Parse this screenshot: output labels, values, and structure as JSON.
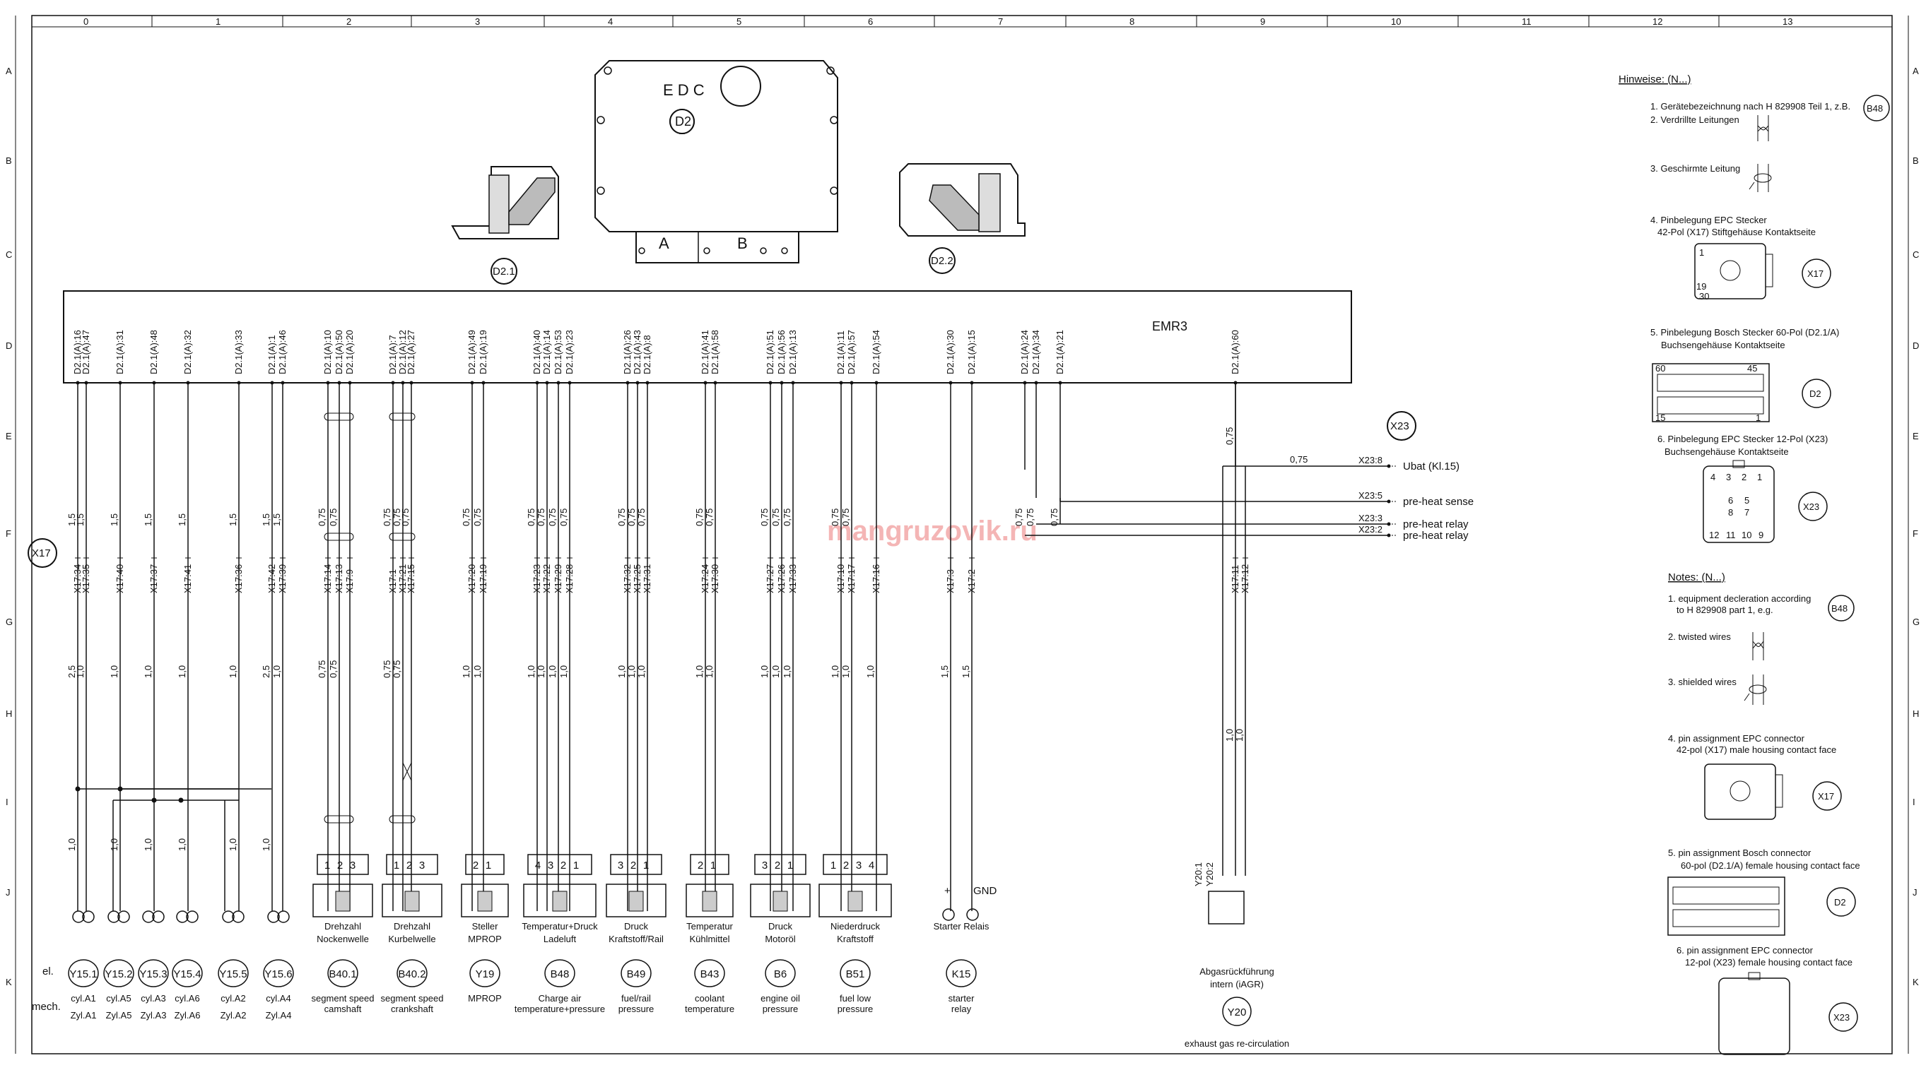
{
  "grid": {
    "columns": [
      "0",
      "1",
      "2",
      "3",
      "4",
      "5",
      "6",
      "7",
      "8",
      "9",
      "10",
      "11",
      "12",
      "13"
    ],
    "rows": [
      "A",
      "B",
      "C",
      "D",
      "E",
      "F",
      "G",
      "H",
      "I",
      "J",
      "K"
    ]
  },
  "ecu": {
    "title": "E D C",
    "id": "D2",
    "plug_a": "A",
    "plug_b": "B",
    "left_conn": "D2.1",
    "right_conn": "D2.2"
  },
  "bus_label": "EMR3",
  "connector_x17": "X17",
  "connector_x23": "X23",
  "watermark": "mangruzovik.ru",
  "row_labels": {
    "el": "el.",
    "mech": "mech."
  },
  "wires": [
    {
      "pin": "D2.1(A):16",
      "gauge_top": "1,5",
      "x17": "X17:34",
      "gauge_mid": "2,5",
      "gauge_low": "1,0"
    },
    {
      "pin": "D2.1(A):47",
      "gauge_top": "1,5",
      "x17": "X17:35",
      "gauge_mid": "1,0",
      "gauge_low": ""
    },
    {
      "pin": "D2.1(A):31",
      "gauge_top": "1,5",
      "x17": "X17:40",
      "gauge_mid": "1,0",
      "gauge_low": "1,0"
    },
    {
      "pin": "D2.1(A):48",
      "gauge_top": "1,5",
      "x17": "X17:37",
      "gauge_mid": "1,0",
      "gauge_low": "1,0"
    },
    {
      "pin": "D2.1(A):32",
      "gauge_top": "1,5",
      "x17": "X17:41",
      "gauge_mid": "1,0",
      "gauge_low": "1,0"
    },
    {
      "pin": "D2.1(A):33",
      "gauge_top": "1,5",
      "x17": "X17:36",
      "gauge_mid": "1,0",
      "gauge_low": "1,0"
    },
    {
      "pin": "D2.1(A):1",
      "gauge_top": "1,5",
      "x17": "X17:42",
      "gauge_mid": "2,5",
      "gauge_low": "1,0"
    },
    {
      "pin": "D2.1(A):46",
      "gauge_top": "1,5",
      "x17": "X17:39",
      "gauge_mid": "1,0",
      "gauge_low": ""
    },
    {
      "pin": "D2.1(A):10",
      "gauge_top": "0,75",
      "x17": "X17:14",
      "gauge_mid": "0,75",
      "gauge_low": ""
    },
    {
      "pin": "D2.1(A):50",
      "gauge_top": "0,75",
      "x17": "X17:13",
      "gauge_mid": "0,75",
      "gauge_low": ""
    },
    {
      "pin": "D2.1(A):20",
      "gauge_top": "",
      "x17": "X17:9",
      "gauge_mid": "",
      "gauge_low": ""
    },
    {
      "pin": "D2.1(A):7",
      "gauge_top": "0,75",
      "x17": "X17:1",
      "gauge_mid": "0,75",
      "gauge_low": ""
    },
    {
      "pin": "D2.1(A):12",
      "gauge_top": "0,75",
      "x17": "X17:21",
      "gauge_mid": "0,75",
      "gauge_low": ""
    },
    {
      "pin": "D2.1(A):27",
      "gauge_top": "0,75",
      "x17": "X17:15",
      "gauge_mid": "",
      "gauge_low": ""
    },
    {
      "pin": "D2.1(A):49",
      "gauge_top": "0,75",
      "x17": "X17:20",
      "gauge_mid": "1,0",
      "gauge_low": ""
    },
    {
      "pin": "D2.1(A):19",
      "gauge_top": "0,75",
      "x17": "X17:19",
      "gauge_mid": "1,0",
      "gauge_low": ""
    },
    {
      "pin": "D2.1(A):40",
      "gauge_top": "0,75",
      "x17": "X17:23",
      "gauge_mid": "1,0",
      "gauge_low": ""
    },
    {
      "pin": "D2.1(A):14",
      "gauge_top": "0,75",
      "x17": "X17:22",
      "gauge_mid": "1,0",
      "gauge_low": ""
    },
    {
      "pin": "D2.1(A):53",
      "gauge_top": "0,75",
      "x17": "X17:29",
      "gauge_mid": "1,0",
      "gauge_low": ""
    },
    {
      "pin": "D2.1(A):23",
      "gauge_top": "0,75",
      "x17": "X17:28",
      "gauge_mid": "1,0",
      "gauge_low": ""
    },
    {
      "pin": "D2.1(A):26",
      "gauge_top": "0,75",
      "x17": "X17:32",
      "gauge_mid": "1,0",
      "gauge_low": ""
    },
    {
      "pin": "D2.1(A):43",
      "gauge_top": "0,75",
      "x17": "X17:25",
      "gauge_mid": "1,0",
      "gauge_low": ""
    },
    {
      "pin": "D2.1(A):8",
      "gauge_top": "0,75",
      "x17": "X17:31",
      "gauge_mid": "1,0",
      "gauge_low": ""
    },
    {
      "pin": "D2.1(A):41",
      "gauge_top": "0,75",
      "x17": "X17:24",
      "gauge_mid": "1,0",
      "gauge_low": ""
    },
    {
      "pin": "D2.1(A):58",
      "gauge_top": "0,75",
      "x17": "X17:30",
      "gauge_mid": "1,0",
      "gauge_low": ""
    },
    {
      "pin": "D2.1(A):51",
      "gauge_top": "0,75",
      "x17": "X17:27",
      "gauge_mid": "1,0",
      "gauge_low": ""
    },
    {
      "pin": "D2.1(A):56",
      "gauge_top": "0,75",
      "x17": "X17:26",
      "gauge_mid": "1,0",
      "gauge_low": ""
    },
    {
      "pin": "D2.1(A):13",
      "gauge_top": "0,75",
      "x17": "X17:33",
      "gauge_mid": "1,0",
      "gauge_low": ""
    },
    {
      "pin": "D2.1(A):11",
      "gauge_top": "0,75",
      "x17": "X17:10",
      "gauge_mid": "1,0",
      "gauge_low": ""
    },
    {
      "pin": "D2.1(A):57",
      "gauge_top": "0,75",
      "x17": "X17:17",
      "gauge_mid": "1,0",
      "gauge_low": ""
    },
    {
      "pin": "D2.1(A):54",
      "gauge_top": "",
      "x17": "X17:16",
      "gauge_mid": "1,0",
      "gauge_low": ""
    },
    {
      "pin": "D2.1(A):30",
      "gauge_top": "",
      "x17": "X17:3",
      "gauge_mid": "1,5",
      "gauge_low": ""
    },
    {
      "pin": "D2.1(A):15",
      "gauge_top": "",
      "x17": "X17:2",
      "gauge_mid": "1,5",
      "gauge_low": ""
    },
    {
      "pin": "D2.1(A):24",
      "gauge_top": "0,75",
      "x17": "",
      "gauge_mid": "",
      "gauge_low": ""
    },
    {
      "pin": "D2.1(A):34",
      "gauge_top": "0,75",
      "x17": "",
      "gauge_mid": "",
      "gauge_low": ""
    },
    {
      "pin": "D2.1(A):21",
      "gauge_top": "0,75",
      "x17": "",
      "gauge_mid": "",
      "gauge_low": ""
    },
    {
      "pin": "D2.1(A):60",
      "gauge_top": "0,75",
      "x17": "X17:11",
      "gauge_mid": "1,0",
      "gauge_low": ""
    },
    {
      "pin": "",
      "gauge_top": "",
      "x17": "X17:12",
      "gauge_mid": "1,0",
      "gauge_low": ""
    }
  ],
  "x23_lines": [
    {
      "gauge": "0,75",
      "terminal": "X23:8",
      "label": "Ubat (Kl.15)"
    },
    {
      "gauge": "",
      "terminal": "X23:5",
      "label": "pre-heat sense"
    },
    {
      "gauge": "",
      "terminal": "X23:3",
      "label": "pre-heat relay"
    },
    {
      "gauge": "",
      "terminal": "X23:2",
      "label": "pre-heat relay"
    }
  ],
  "components": [
    {
      "id": "Y15.1",
      "label_de": "",
      "label_en": "",
      "mech": "cyl.A1",
      "mech2": "Zyl.A1"
    },
    {
      "id": "Y15.2",
      "label_de": "",
      "label_en": "",
      "mech": "cyl.A5",
      "mech2": "Zyl.A5"
    },
    {
      "id": "Y15.3",
      "label_de": "",
      "label_en": "",
      "mech": "cyl.A3",
      "mech2": "Zyl.A3"
    },
    {
      "id": "Y15.4",
      "label_de": "",
      "label_en": "",
      "mech": "cyl.A6",
      "mech2": "Zyl.A6"
    },
    {
      "id": "Y15.5",
      "label_de": "",
      "label_en": "",
      "mech": "cyl.A2",
      "mech2": "Zyl.A2"
    },
    {
      "id": "Y15.6",
      "label_de": "",
      "label_en": "",
      "mech": "cyl.A4",
      "mech2": "Zyl.A4"
    },
    {
      "id": "B40.1",
      "label_de": "Drehzahl Nockenwelle",
      "label_en": "segment speed camshaft",
      "mech": "",
      "mech2": ""
    },
    {
      "id": "B40.2",
      "label_de": "Drehzahl Kurbelwelle",
      "label_en": "segment speed crankshaft",
      "mech": "",
      "mech2": ""
    },
    {
      "id": "Y19",
      "label_de": "Steller MPROP",
      "label_en": "MPROP",
      "mech": "",
      "mech2": ""
    },
    {
      "id": "B48",
      "label_de": "Temperatur+Druck Ladeluft",
      "label_en": "Charge air temperature+pressure",
      "mech": "",
      "mech2": ""
    },
    {
      "id": "B49",
      "label_de": "Druck Kraftstoff/Rail",
      "label_en": "fuel/rail pressure",
      "mech": "",
      "mech2": ""
    },
    {
      "id": "B43",
      "label_de": "Temperatur Kühlmittel",
      "label_en": "coolant temperature",
      "mech": "",
      "mech2": ""
    },
    {
      "id": "B6",
      "label_de": "Druck Motoröl",
      "label_en": "engine oil pressure",
      "mech": "",
      "mech2": ""
    },
    {
      "id": "B51",
      "label_de": "Niederdruck Kraftstoff",
      "label_en": "fuel low pressure",
      "mech": "",
      "mech2": ""
    },
    {
      "id": "K15",
      "label_de": "Starter Relais",
      "label_en": "starter relay",
      "mech": "",
      "mech2": ""
    },
    {
      "id": "Y20",
      "label_de": "Abgasrückführung intern (iAGR)",
      "label_en": "exhaust gas re-circulation",
      "mech": "",
      "mech2": ""
    }
  ],
  "pin_numbers": {
    "b40_1": [
      "1",
      "2",
      "3"
    ],
    "b40_2": [
      "1",
      "2",
      "3"
    ],
    "y19": [
      "2",
      "1"
    ],
    "b48": [
      "4",
      "3",
      "2",
      "1"
    ],
    "b49": [
      "3",
      "2",
      "1"
    ],
    "b43": [
      "2",
      "1"
    ],
    "b6": [
      "3",
      "2",
      "1"
    ],
    "b51": [
      "1",
      "2",
      "3",
      "4"
    ],
    "k15_plus": "+",
    "k15_gnd": "GND",
    "y20": [
      "Y20:1",
      "Y20:2"
    ]
  },
  "notes_de": {
    "heading": "Hinweise:  (N...)",
    "n1": "1. Gerätebezeichnung nach H 829908 Teil 1, z.B.",
    "n1_tag": "B48",
    "n2": "2. Verdrillte Leitungen",
    "n3": "3. Geschirmte Leitung",
    "n4": "4. Pinbelegung EPC Stecker",
    "n4b": "42-Pol (X17) Stiftgehäuse Kontaktseite",
    "n4_tag": "X17",
    "n5": "5. Pinbelegung Bosch Stecker 60-Pol (D2.1/A)",
    "n5b": "Buchsengehäuse Kontaktseite",
    "n5_tag": "D2",
    "n6": "6. Pinbelegung EPC Stecker 12-Pol (X23)",
    "n6b": "Buchsengehäuse Kontaktseite",
    "n6_tag": "X23"
  },
  "notes_en": {
    "heading": "Notes:  (N...)",
    "n1": "1. equipment decleration according",
    "n1b": "to H 829908 part 1, e.g.",
    "n1_tag": "B48",
    "n2": "2. twisted wires",
    "n3": "3. shielded wires",
    "n4": "4. pin assignment EPC connector",
    "n4b": "42-pol (X17) male housing contact face",
    "n4_tag": "X17",
    "n5": "5. pin assignment Bosch connector",
    "n5b": "60-pol (D2.1/A) female housing contact face",
    "n5_tag": "D2",
    "n6": "6. pin assignment EPC connector",
    "n6b": "12-pol (X23) female housing contact face",
    "n6_tag": "X23"
  },
  "d2_pin_marks": {
    "a60": "60",
    "a45": "45",
    "a15": "15",
    "a1": "1"
  },
  "x23_pins": {
    "row1": [
      "4",
      "3",
      "2",
      "1"
    ],
    "row2": [
      "6",
      "5"
    ],
    "row3": [
      "8",
      "7"
    ],
    "row4": [
      "12",
      "11",
      "10",
      "9"
    ]
  },
  "x17_pins": {
    "p1": "1",
    "p19": "19",
    "p30": "30"
  }
}
